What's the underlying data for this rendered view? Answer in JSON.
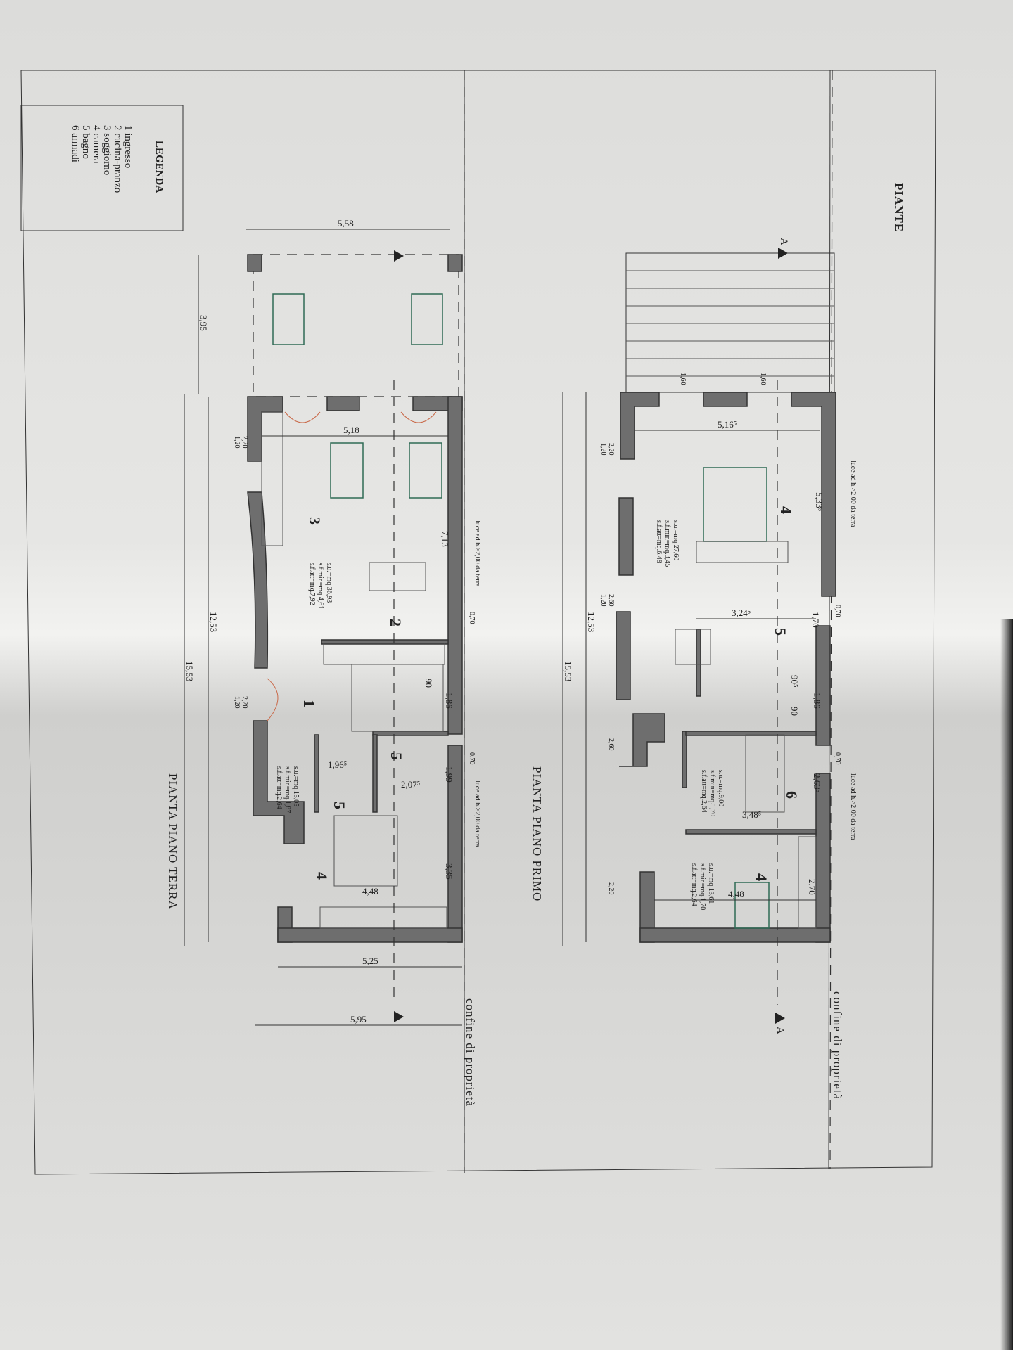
{
  "title": "PIANTE",
  "legend": {
    "heading": "LEGENDA",
    "items": [
      "1 ingresso",
      "2 cucina-pranzo",
      "3 soggiorno",
      "4 camera",
      "5 bagno",
      "6 armadi"
    ]
  },
  "section_marker": "A",
  "property_line_label": "confine di proprietà",
  "light_note": "luce ad h.>2,00 da terra",
  "ground_floor": {
    "title": "PIANTA PIANO TERRA",
    "rooms": {
      "r1": "1",
      "r2": "2",
      "r3": "3",
      "r4": "4",
      "r5a": "5",
      "r5b": "5"
    },
    "areas": {
      "soggiorno": [
        "s.u.=mq.36,93",
        "s.f.min=mq.4,61",
        "s.f.att=mq.7,92"
      ],
      "camera": [
        "s.u.=mq.15,05",
        "s.f.min=mq.1,87",
        "s.f.att=mq.2,64"
      ]
    },
    "dimensions": {
      "porch_width": "5,58",
      "porch_depth": "3,95",
      "living_width": "5,18",
      "living_depth": "7,13",
      "length_inner": "12,53",
      "length_total": "15,53",
      "stair_depth": "1,86",
      "stair_step": "90",
      "bath_a": "1,96⁵",
      "bath_b": "2,07⁵",
      "bath_depth": "1,99",
      "bedroom_width": "4,48",
      "bedroom_depth": "3,35",
      "rear_width": "5,25",
      "rear_total": "5,95"
    },
    "openings": {
      "w220": "2,20",
      "w120": "1,20",
      "w070": "0,70"
    }
  },
  "first_floor": {
    "title": "PIANTA PIANO PRIMO",
    "rooms": {
      "r4a": "4",
      "r5": "5",
      "r6": "6",
      "r4b": "4"
    },
    "areas": {
      "camera_main": [
        "s.u.=mq.27,60",
        "s.f.min=mq.3,45",
        "s.f.att=mq.6,48"
      ],
      "armadi": [
        "s.u.=mq.9,00",
        "s.f.min=mq.1,70",
        "s.f.att=mq.2,64"
      ],
      "camera_small": [
        "s.u.=mq.13,61",
        "s.f.min=mq.1,70",
        "s.f.att=mq.2,64"
      ]
    },
    "dimensions": {
      "bed_width": "5,16⁵",
      "bed_depth": "5,33⁵",
      "hall": "3,24⁵",
      "length_inner": "12,53",
      "length_total": "15,53",
      "bath": "1,70",
      "stair_a": "90⁵",
      "stair_b": "90",
      "stair_depth": "1,86",
      "wardrobe_depth": "2,63⁵",
      "wardrobe_width": "3,48⁵",
      "small_depth": "2,70",
      "small_width": "4,48"
    },
    "openings": {
      "w160": "1,60",
      "w120": "1,20",
      "w260": "2,60",
      "w220": "2,20",
      "w070": "0,70"
    }
  },
  "colors": {
    "paper": "#e4e4e2",
    "wall": "#6e6e6e",
    "furniture": "#2f6b55",
    "window": "#c96a4a"
  }
}
